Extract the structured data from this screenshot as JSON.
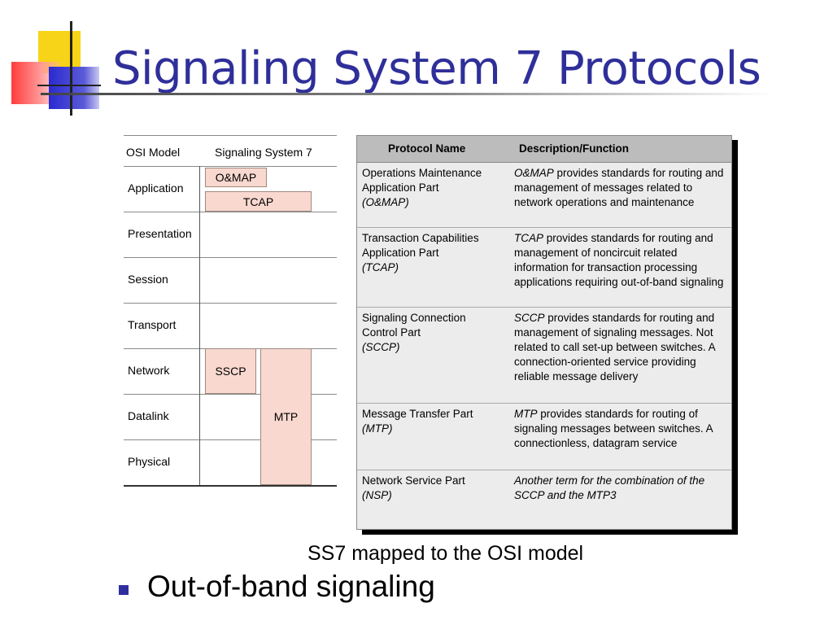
{
  "slide": {
    "title": "Signaling System 7 Protocols",
    "caption": "SS7 mapped to the OSI model",
    "bullets": [
      "Out-of-band signaling"
    ],
    "colors": {
      "title": "#2f2f9a",
      "bullet": "#2e2e9e",
      "protocol_box": "#f8d8cf",
      "table_header": "#bcbcbc",
      "table_body": "#ececec"
    }
  },
  "osi_diagram": {
    "header_osi": "OSI Model",
    "header_ss7": "Signaling System 7",
    "layers": [
      "Application",
      "Presentation",
      "Session",
      "Transport",
      "Network",
      "Datalink",
      "Physical"
    ],
    "boxes": {
      "omap": "O&MAP",
      "tcap": "TCAP",
      "sscp": "SSCP",
      "mtp": "MTP"
    }
  },
  "protocol_table": {
    "headers": [
      "Protocol Name",
      "Description/Function"
    ],
    "rows": [
      {
        "name_lines": [
          "Operations Maintenance",
          "Application Part"
        ],
        "abbr": "(O&MAP)",
        "desc_abbr": "O&MAP",
        "desc_text": " provides standards for routing and management of messages related to network operations and maintenance"
      },
      {
        "name_lines": [
          "Transaction Capabilities",
          "Application Part"
        ],
        "abbr": "(TCAP)",
        "desc_abbr": "TCAP",
        "desc_text": " provides standards for routing and management of noncircuit related information for transaction processing applications requiring out-of-band signaling"
      },
      {
        "name_lines": [
          "Signaling Connection",
          "Control Part"
        ],
        "abbr": "(SCCP)",
        "desc_abbr": "SCCP",
        "desc_text": " provides standards for routing and management of signaling messages.  Not related to call set-up between switches.  A connection-oriented service providing reliable message delivery"
      },
      {
        "name_lines": [
          "Message Transfer Part"
        ],
        "abbr": "(MTP)",
        "desc_abbr": "MTP",
        "desc_text": "  provides standards for routing of signaling messages between switches.  A connectionless, datagram service"
      },
      {
        "name_lines": [
          "Network Service Part"
        ],
        "abbr": "(NSP)",
        "desc_abbr": "",
        "desc_text": "Another term for the combination of the SCCP and the MTP3"
      }
    ]
  }
}
